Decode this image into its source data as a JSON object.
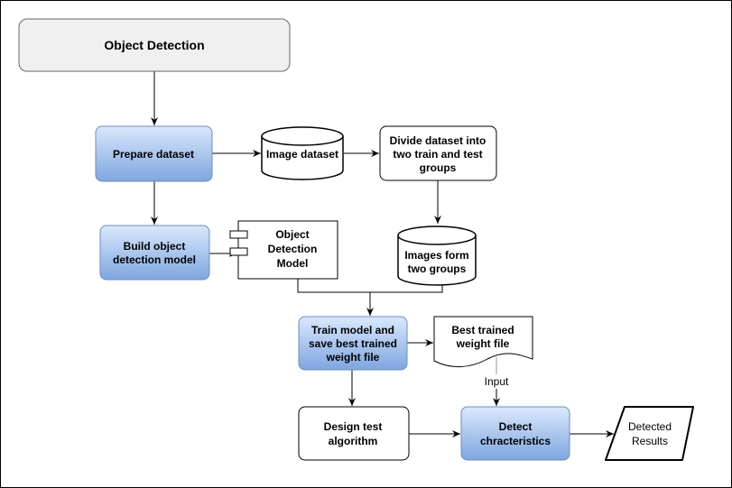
{
  "diagram": {
    "title": "Object  Detection",
    "nodes": {
      "prepare": [
        "Prepare dataset"
      ],
      "image_dataset": [
        "Image dataset"
      ],
      "divide": [
        "Divide dataset into",
        "two train and test",
        "groups"
      ],
      "build": [
        "Build  object",
        "detection model"
      ],
      "od_model": [
        "Object",
        "Detection",
        "Model"
      ],
      "images_groups": [
        "Images form",
        "two groups"
      ],
      "train": [
        "Train model and",
        "save best trained",
        "weight file"
      ],
      "best_weight": [
        "Best trained",
        "weight file"
      ],
      "design": [
        "Design test",
        "algorithm"
      ],
      "detect": [
        "Detect",
        "chracteristics"
      ],
      "results": [
        "Detected",
        "Results"
      ]
    },
    "edge_labels": {
      "input": "Input"
    },
    "colors": {
      "blue_top": "#dae8fc",
      "blue_bottom": "#7ea6e0",
      "blue_stroke": "#6c8ebf",
      "title_fill": "#f0f0f0",
      "title_stroke": "#666666"
    }
  }
}
